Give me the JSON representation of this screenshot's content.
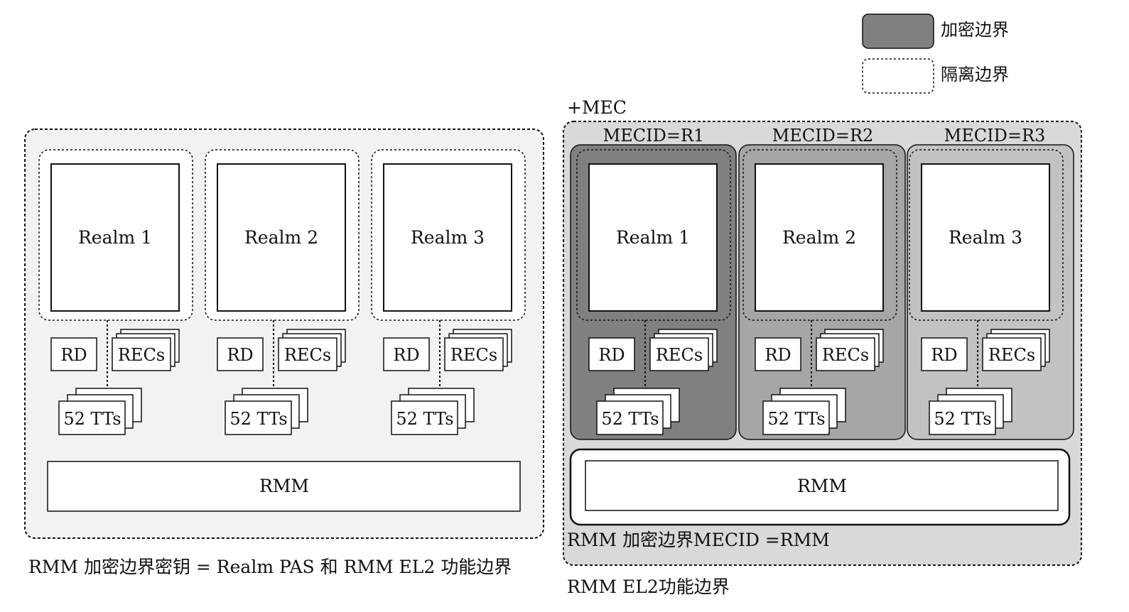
{
  "legend": {
    "encryption_boundary": "加密边界",
    "isolation_boundary": "隔离边界"
  },
  "left_panel": {
    "realms": [
      {
        "name": "Realm 1",
        "rd": "RD",
        "recs": "RECs",
        "tts": "52 TTs"
      },
      {
        "name": "Realm 2",
        "rd": "RD",
        "recs": "RECs",
        "tts": "52 TTs"
      },
      {
        "name": "Realm 3",
        "rd": "RD",
        "recs": "RECs",
        "tts": "52 TTs"
      }
    ],
    "rmm": "RMM",
    "caption": "RMM 加密边界密钥 = Realm PAS 和 RMM EL2 功能边界"
  },
  "right_panel": {
    "mec_label": "+MEC",
    "realms": [
      {
        "mecid": "MECID=R1",
        "name": "Realm 1",
        "rd": "RD",
        "recs": "RECs",
        "tts": "52 TTs",
        "fill": "#808080"
      },
      {
        "mecid": "MECID=R2",
        "name": "Realm 2",
        "rd": "RD",
        "recs": "RECs",
        "tts": "52 TTs",
        "fill": "#a6a6a6"
      },
      {
        "mecid": "MECID=R3",
        "name": "Realm 3",
        "rd": "RD",
        "recs": "RECs",
        "tts": "52 TTs",
        "fill": "#c2c2c2"
      }
    ],
    "rmm": "RMM",
    "rmm_caption": "RMM 加密边界MECID =RMM",
    "caption": "RMM EL2功能边界"
  },
  "colors": {
    "legend_fill": "#808080",
    "left_panel_bg": "#f2f2f2",
    "right_panel_bg": "#d9d9d9",
    "stroke": "#111111"
  }
}
